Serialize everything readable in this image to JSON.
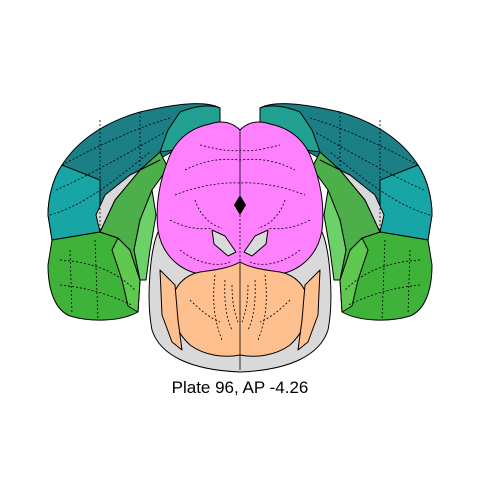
{
  "caption": "Plate 96, AP -4.26",
  "colors": {
    "background": "#ffffff",
    "section_outline": "#d9d9d9",
    "cortex_dorsal": "#1b7f85",
    "cortex_dorsal_light": "#24a395",
    "cortex_lateral": "#19a7a8",
    "cortex_ventral": "#4cc23f",
    "cortex_ventral_dark": "#3aa835",
    "hippocampus": "#4caf4a",
    "hippocampus_light": "#6cd168",
    "thalamus_midbrain": "#ff80ff",
    "hindbrain": "#ffc090",
    "ventricle": "#d9d9d9"
  },
  "regions": [
    "cortex-left",
    "cortex-right",
    "hippocampus-left",
    "hippocampus-right",
    "midbrain",
    "hindbrain",
    "ventricles"
  ]
}
